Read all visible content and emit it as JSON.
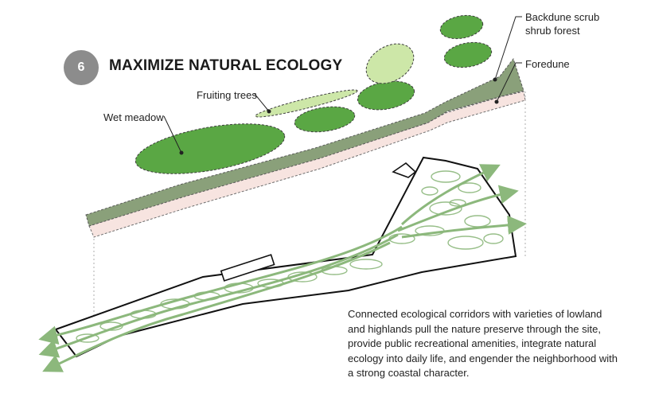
{
  "header": {
    "step_number": "6",
    "title": "MAXIMIZE NATURAL ECOLOGY"
  },
  "labels": {
    "backdune": [
      "Backdune scrub",
      "shrub forest"
    ],
    "foredune": "Foredune",
    "fruiting_trees": "Fruiting trees",
    "wet_meadow": "Wet meadow"
  },
  "caption": {
    "lines": [
      "Connected ecological corridors with varieties of lowland",
      "and highlands pull the nature preserve through the site,",
      "provide public recreational amenities, integrate natural",
      "ecology into daily life, and engender the neighborhood with",
      "a strong coastal character."
    ]
  },
  "colors": {
    "meadow_green": "#5aa744",
    "light_green": "#cde7a8",
    "dune_band": "#8aa07a",
    "foredune_pink": "#f7e4e0",
    "corridor_green": "#8cb87c",
    "badge_gray": "#8c8c8c"
  }
}
